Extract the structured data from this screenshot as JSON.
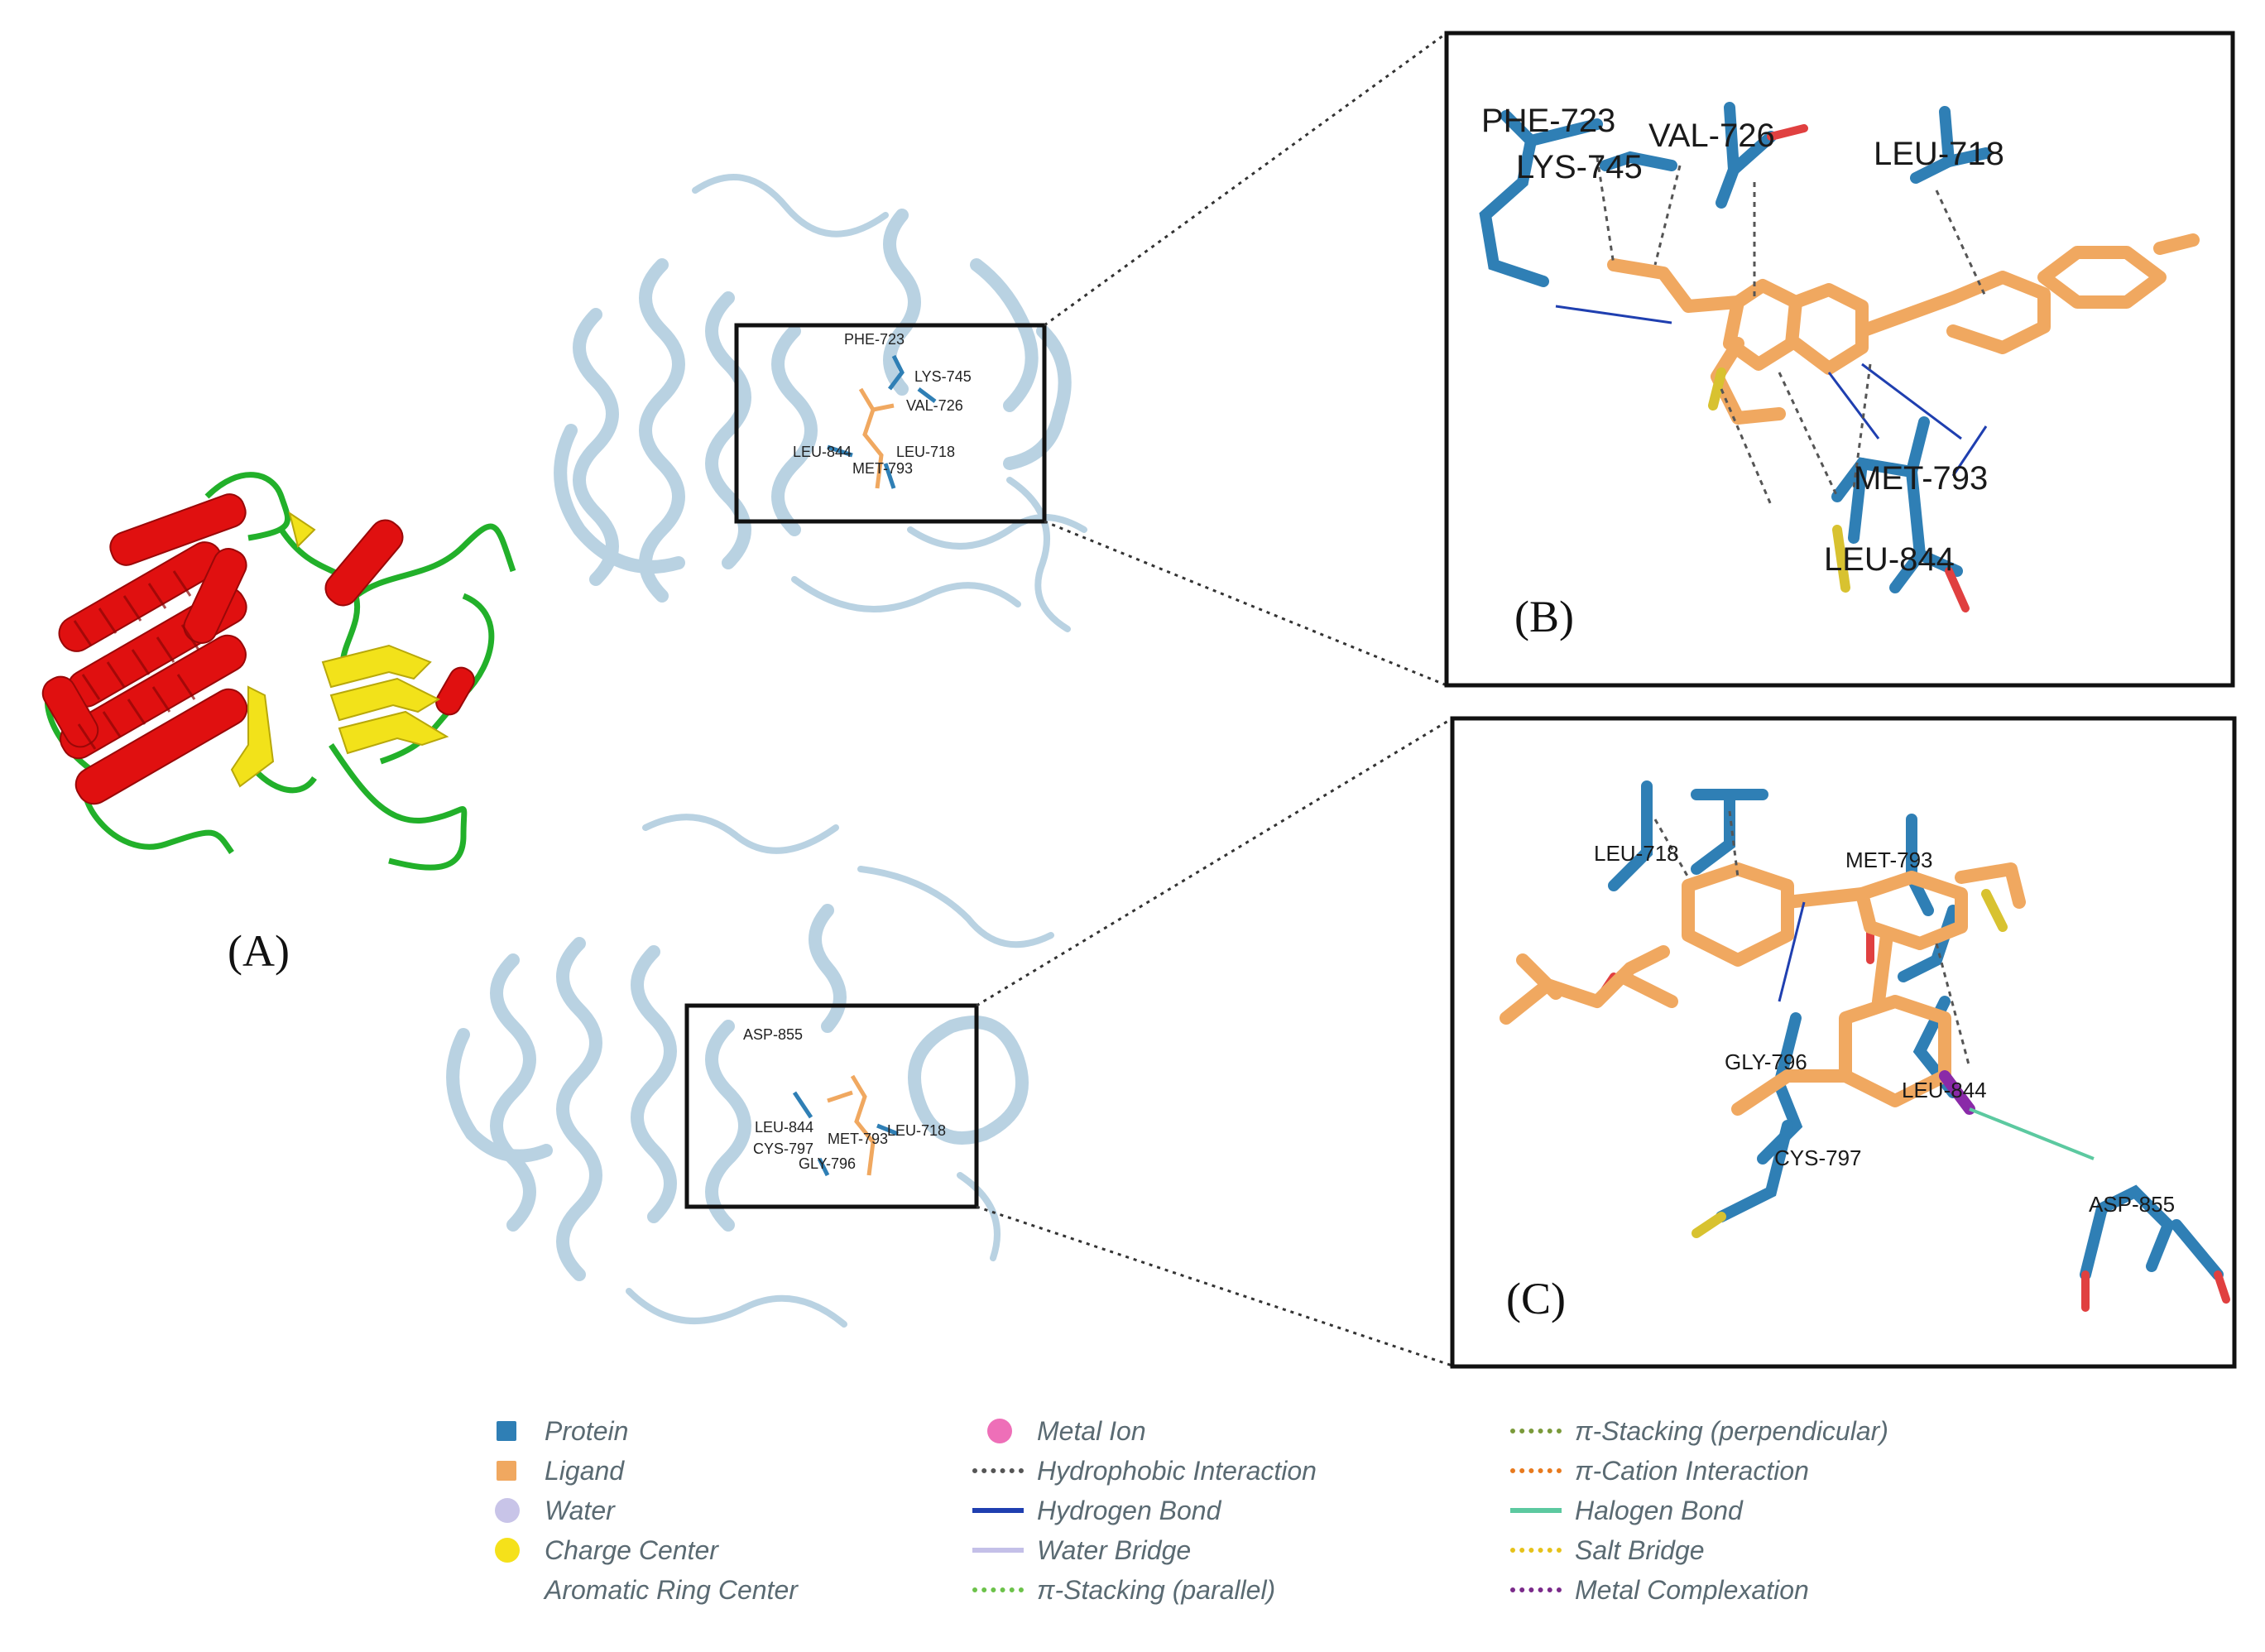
{
  "panels": {
    "A": {
      "label": "(A)"
    },
    "B": {
      "label": "(B)",
      "residues": [
        "PHE-723",
        "LYS-745",
        "VAL-726",
        "LEU-718",
        "MET-793",
        "LEU-844"
      ]
    },
    "C": {
      "label": "(C)",
      "residues": [
        "LEU-718",
        "MET-793",
        "GLY-796",
        "LEU-844",
        "CYS-797",
        "ASP-855"
      ]
    }
  },
  "overview_top": {
    "residues": [
      "PHE-723",
      "LYS-745",
      "VAL-726",
      "LEU-844",
      "LEU-718",
      "MET-793"
    ]
  },
  "overview_bottom": {
    "residues": [
      "ASP-855",
      "LEU-844",
      "CYS-797",
      "MET-793",
      "LEU-718",
      "GLY-796"
    ]
  },
  "legend": {
    "col1": [
      {
        "label": "Protein",
        "symbol": "square",
        "color": "#2f7fb5"
      },
      {
        "label": "Ligand",
        "symbol": "square",
        "color": "#f0a860"
      },
      {
        "label": "Water",
        "symbol": "dot",
        "color": "#c8c4e8"
      },
      {
        "label": "Charge Center",
        "symbol": "dot",
        "color": "#f5e11a"
      },
      {
        "label": "Aromatic Ring Center",
        "symbol": "none",
        "color": "#ffffff"
      }
    ],
    "col2": [
      {
        "label": "Metal Ion",
        "symbol": "dot",
        "color": "#ee6fb8"
      },
      {
        "label": "Hydrophobic Interaction",
        "symbol": "dotted",
        "color": "#555555"
      },
      {
        "label": "Hydrogen Bond",
        "symbol": "solid",
        "color": "#1f3fb0"
      },
      {
        "label": "Water Bridge",
        "symbol": "solid",
        "color": "#c4c0e8"
      },
      {
        "label": "π-Stacking (parallel)",
        "symbol": "dotted",
        "color": "#6cc24a"
      }
    ],
    "col3": [
      {
        "label": "π-Stacking (perpendicular)",
        "symbol": "dotted",
        "color": "#7a9a3a"
      },
      {
        "label": "π-Cation Interaction",
        "symbol": "dotted",
        "color": "#e87a1e"
      },
      {
        "label": "Halogen Bond",
        "symbol": "solid",
        "color": "#5cc9a0"
      },
      {
        "label": "Salt Bridge",
        "symbol": "dotted",
        "color": "#e6c21a"
      },
      {
        "label": "Metal Complexation",
        "symbol": "dotted",
        "color": "#7a2a8a"
      }
    ]
  },
  "colors": {
    "helix": "#e01010",
    "sheet": "#f2e21a",
    "loop": "#22b02a",
    "cartoon": "#b9d2e2",
    "protein": "#2f7fb5",
    "ligand": "#f0a860"
  }
}
